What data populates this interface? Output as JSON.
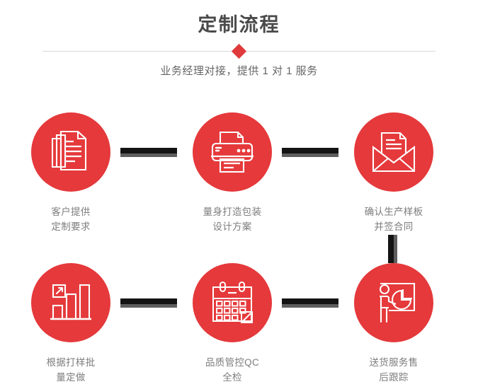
{
  "header": {
    "title": "定制流程",
    "subtitle": "业务经理对接，提供 1 对 1 服务",
    "divider_icon": "diamond-icon",
    "accent_color": "#e03a3c",
    "title_color": "#4a4a4a",
    "subtitle_color": "#666666"
  },
  "theme": {
    "circle_color": "#e5393b",
    "connector_color": "#141414",
    "connector_shadow_color": "#5e5e5e",
    "label_color": "#7d7d7d",
    "background": "#ffffff"
  },
  "steps": [
    {
      "index": 1,
      "icon": "documents-stack-icon",
      "label_line1": "客户提供",
      "label_line2": "定制要求"
    },
    {
      "index": 2,
      "icon": "printer-icon",
      "label_line1": "量身打造包装",
      "label_line2": "设计方案"
    },
    {
      "index": 3,
      "icon": "envelope-letter-icon",
      "label_line1": "确认生产样板",
      "label_line2": "并签合同"
    },
    {
      "index": 4,
      "icon": "bar-chart-growth-icon",
      "label_line1": "根据打样批",
      "label_line2": "量定做"
    },
    {
      "index": 5,
      "icon": "calendar-icon",
      "label_line1": "品质管控QC",
      "label_line2": "全检"
    },
    {
      "index": 6,
      "icon": "presentation-pie-chart-icon",
      "label_line1": "送货服务售",
      "label_line2": "后跟踪"
    }
  ],
  "connectors": [
    {
      "name": "connector-step1-step2",
      "orientation": "horizontal"
    },
    {
      "name": "connector-step2-step3",
      "orientation": "horizontal"
    },
    {
      "name": "connector-step3-step6",
      "orientation": "vertical"
    },
    {
      "name": "connector-step4-step5",
      "orientation": "horizontal"
    },
    {
      "name": "connector-step5-step6",
      "orientation": "horizontal"
    }
  ]
}
